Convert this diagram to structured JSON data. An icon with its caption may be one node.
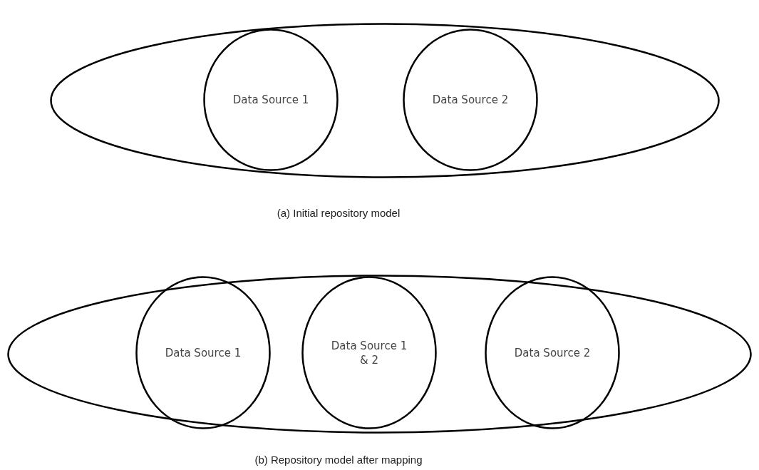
{
  "diagram": {
    "nodes": [
      {
        "text": [],
        "shape": "ellipse",
        "beside": [
          "(a) Initial repository model"
        ]
      },
      {
        "text": [
          "Data Source 1"
        ],
        "in": 0
      },
      {
        "text": [
          "Data Source 2"
        ],
        "in": 0
      },
      {
        "text": [],
        "shape": "ellipse",
        "beside": [
          "(b) Repository model after mapping"
        ]
      },
      {
        "text": [
          "Data Source 1"
        ],
        "in": 3
      },
      {
        "text": [
          "Data Source 1 & 2"
        ],
        "in": 3
      },
      {
        "text": [
          "Data Source 2"
        ],
        "in": 3
      }
    ],
    "edges": []
  }
}
